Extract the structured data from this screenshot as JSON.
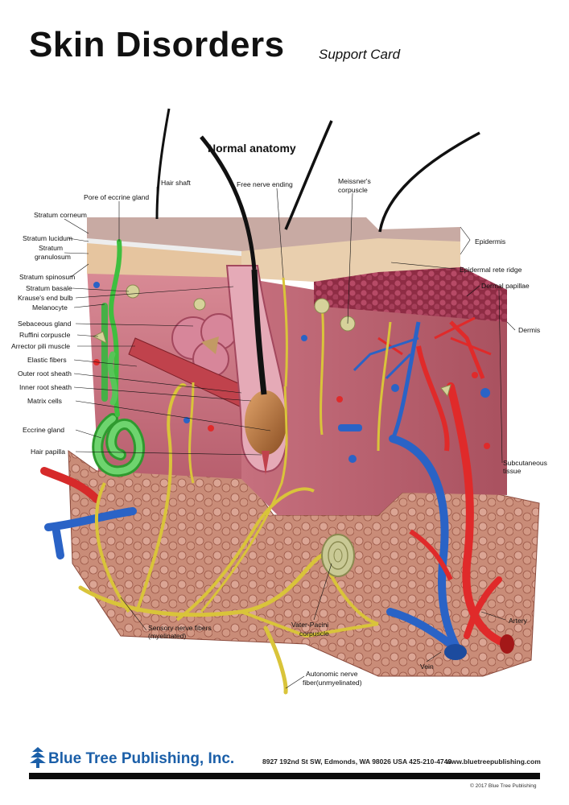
{
  "header": {
    "title": "Skin Disorders",
    "subtitle": "Support Card"
  },
  "diagram": {
    "section_title": "Normal anatomy",
    "labels": {
      "hair_shaft": "Hair shaft",
      "pore_eccrine": "Pore of eccrine gland",
      "stratum_corneum": "Stratum corneum",
      "stratum_lucidum": "Stratum lucidum",
      "stratum_granulosum_1": "Stratum",
      "stratum_granulosum_2": "granulosum",
      "stratum_spinosum": "Stratum spinosum",
      "stratum_basale": "Stratum basale",
      "krause": "Krause's end bulb",
      "melanocyte": "Melanocyte",
      "sebaceous": "Sebaceous gland",
      "ruffini": "Ruffini corpuscle",
      "arrector": "Arrector pili muscle",
      "elastic": "Elastic fibers",
      "outer_root": "Outer root sheath",
      "inner_root": "Inner root sheath",
      "matrix": "Matrix cells",
      "eccrine_gland": "Eccrine gland",
      "hair_papilla": "Hair papilla",
      "free_nerve": "Free nerve ending",
      "meissner_1": "Meissner's",
      "meissner_2": "corpuscle",
      "epidermis": "Epidermis",
      "rete_ridge": "Epidermal rete ridge",
      "dermal_papillae": "Dermal papillae",
      "dermis": "Dermis",
      "subcutaneous_1": "Subcutaneous",
      "subcutaneous_2": "tissue",
      "sensory_1": "Sensory nerve fibers",
      "sensory_2": "(myelinated)",
      "vater_1": "Vater-Pacini",
      "vater_2": "corpuscle",
      "autonomic_1": "Autonomic nerve",
      "autonomic_2": "fiber(unmyelinated)",
      "artery": "Artery",
      "vein": "Vein"
    }
  },
  "footer": {
    "brand": "Blue Tree Publishing, Inc.",
    "address": "8927 192nd St SW, Edmonds, WA 98026 USA 425-210-4743",
    "website": "www.bluetreepublishing.com",
    "copyright": "© 2017 Blue Tree Publishing"
  },
  "colors": {
    "brand_blue": "#1b5fa8",
    "dermis_pink": "#c9727f",
    "epidermis_top": "#c9a9a3",
    "subcutaneous": "#c07f6f",
    "artery_red": "#e02a2a",
    "vein_blue": "#2a63c6",
    "nerve_yellow": "#d9c43a",
    "gland_green": "#3fbf3f"
  }
}
